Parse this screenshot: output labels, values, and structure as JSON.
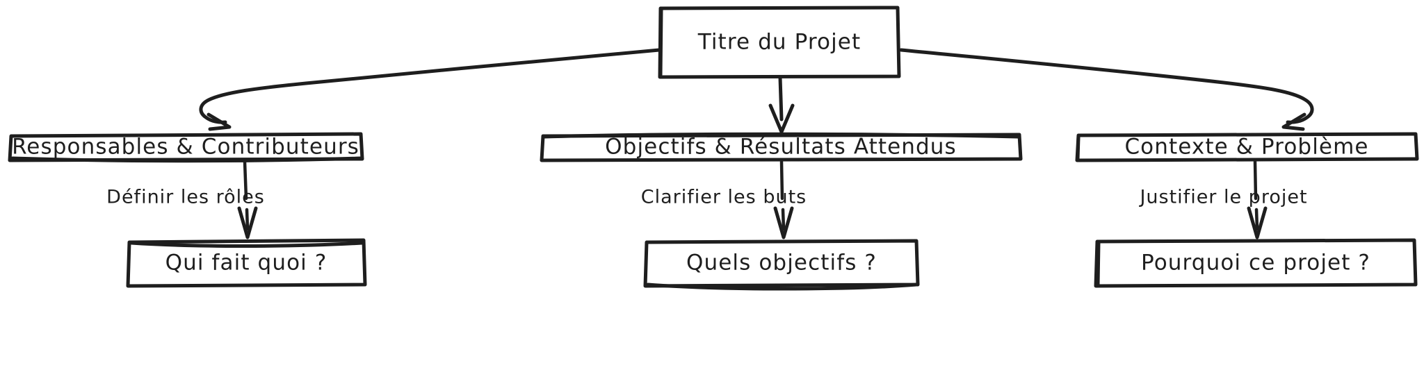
{
  "diagram": {
    "type": "flowchart",
    "direction": "top-down",
    "background_color": "#ffffff",
    "stroke_color": "#1e1e1e",
    "node_fill": "#ffffff",
    "style": "hand-drawn",
    "title_node": {
      "id": "titre",
      "label": "Titre du Projet"
    },
    "level2": [
      {
        "id": "responsables",
        "label": "Responsables & Contributeurs"
      },
      {
        "id": "objectifs",
        "label": "Objectifs & Résultats Attendus"
      },
      {
        "id": "contexte",
        "label": "Contexte & Problème"
      }
    ],
    "level3": [
      {
        "id": "qui",
        "label": "Qui fait quoi ?"
      },
      {
        "id": "quels",
        "label": "Quels objectifs ?"
      },
      {
        "id": "pourquoi",
        "label": "Pourquoi ce projet ?"
      }
    ],
    "edge_labels": [
      {
        "id": "edge-definir",
        "label": "Définir les rôles"
      },
      {
        "id": "edge-clarifier",
        "label": "Clarifier les buts"
      },
      {
        "id": "edge-justifier",
        "label": "Justifier le projet"
      }
    ],
    "edges_unlabeled": [
      {
        "from": "titre",
        "to": "responsables"
      },
      {
        "from": "titre",
        "to": "objectifs"
      },
      {
        "from": "titre",
        "to": "contexte"
      }
    ]
  }
}
